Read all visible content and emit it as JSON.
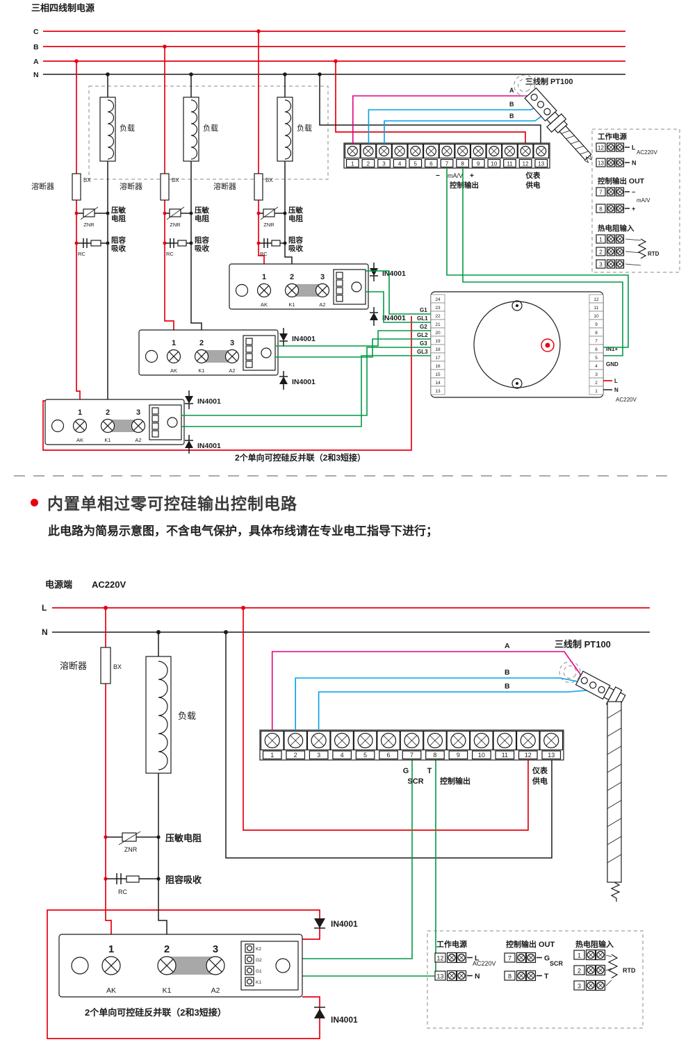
{
  "colors": {
    "red": "#e60012",
    "black": "#1a1a1a",
    "green": "#009944",
    "magenta": "#e4007f",
    "cyan": "#00a0e9",
    "gray": "#a8a8a8"
  },
  "top": {
    "title": "三相四线制电源",
    "phase_c": "C",
    "phase_b": "B",
    "phase_a": "A",
    "phase_n": "N",
    "load": "负载",
    "fuse": "溶断器",
    "fuse_code": "BX",
    "znr1": "压敏",
    "znr2": "电阻",
    "znr_code": "ZNR",
    "rc1": "阻容",
    "rc2": "吸收",
    "rc_code": "RC",
    "diode": "IN4001",
    "n1": "1",
    "n2": "2",
    "n3": "3",
    "ak": "AK",
    "k1": "K1",
    "a2": "A2",
    "strip": [
      "1",
      "2",
      "3",
      "4",
      "5",
      "6",
      "7",
      "8",
      "9",
      "10",
      "11",
      "12",
      "13"
    ],
    "minus": "−",
    "unit": "mA/V",
    "plus": "+",
    "ctrl_out": "控制输出",
    "meter1": "仪表",
    "meter2": "供电",
    "pt100": "三线制 PT100",
    "wa": "A",
    "wb": "B",
    "gates": [
      "G1",
      "GL1",
      "G2",
      "GL2",
      "G3",
      "GL3"
    ],
    "ctrl_left": [
      "24",
      "23",
      "22",
      "21",
      "20",
      "19",
      "18",
      "17",
      "16",
      "15",
      "14",
      "13"
    ],
    "ctrl_right": [
      "12",
      "11",
      "10",
      "9",
      "8",
      "7",
      "6",
      "5",
      "4",
      "3",
      "2",
      "1"
    ],
    "in1": "IN1+",
    "gnd": "GND",
    "l": "L",
    "n": "N",
    "ac": "AC220V",
    "caption": "2个单向可控硅反并联（2和3短接）",
    "legend": {
      "power": "工作电源",
      "out": "控制输出 OUT",
      "rtd_in": "热电阻输入",
      "t12": "12",
      "t13": "13",
      "t7": "7",
      "t8": "8",
      "r1": "1",
      "r2": "2",
      "r3": "3",
      "rtd": "RTD"
    }
  },
  "middle": {
    "heading": "内置单相过零可控硅输出控制电路",
    "note": "此电路为简易示意图，不含电气保护，具体布线请在专业电工指导下进行；"
  },
  "bottom": {
    "source": "电源端",
    "voltage": "AC220V",
    "l": "L",
    "n": "N",
    "fuse": "溶断器",
    "fuse_code": "BX",
    "load": "负载",
    "znr": "压敏电阻",
    "znr_code": "ZNR",
    "rc": "阻容吸收",
    "rc_code": "RC",
    "n1": "1",
    "n2": "2",
    "n3": "3",
    "ak": "AK",
    "k1": "K1",
    "a2": "A2",
    "blk": [
      "K2",
      "G2",
      "G1",
      "K1"
    ],
    "diode": "IN4001",
    "strip": [
      "1",
      "2",
      "3",
      "4",
      "5",
      "6",
      "7",
      "8",
      "9",
      "10",
      "11",
      "12",
      "13"
    ],
    "g": "G",
    "t": "T",
    "scr": "SCR",
    "ctrl_out": "控制输出",
    "meter1": "仪表",
    "meter2": "供电",
    "pt100": "三线制 PT100",
    "wa": "A",
    "wb": "B",
    "caption": "2个单向可控硅反并联（2和3短接）",
    "legend": {
      "power": "工作电源",
      "out": "控制输出 OUT",
      "rtd_in": "热电阻输入",
      "t12": "12",
      "t13": "13",
      "t7": "7",
      "t8": "8",
      "r1": "1",
      "r2": "2",
      "r3": "3",
      "l": "L",
      "n": "N",
      "ac": "AC220V",
      "g": "G",
      "scr": "SCR",
      "t": "T",
      "rtd": "RTD"
    }
  }
}
